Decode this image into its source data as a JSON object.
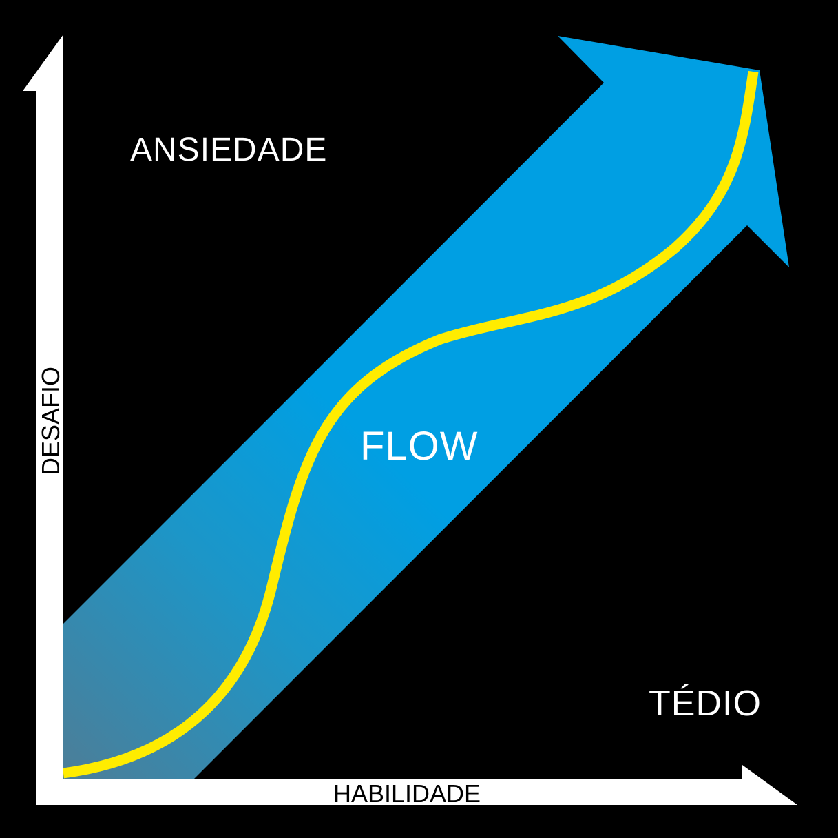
{
  "diagram": {
    "zones": {
      "anxiety": "ANSIEDADE",
      "flow": "FLOW",
      "boredom": "TÉDIO"
    },
    "axes": {
      "y_label": "DESAFIO",
      "x_label": "HABILIDADE"
    },
    "colors": {
      "background": "#000000",
      "axis": "#ffffff",
      "axis_text": "#000000",
      "channel": "#009FE3",
      "channel_faded": "#4A7F9A",
      "curve": "#FFEC00",
      "zone_text": "#ffffff"
    }
  }
}
